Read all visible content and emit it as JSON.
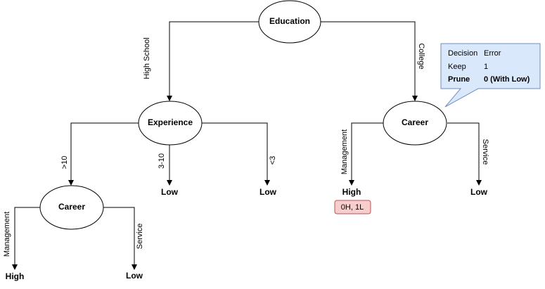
{
  "nodes": {
    "education": "Education",
    "experience": "Experience",
    "career_right": "Career",
    "career_left": "Career"
  },
  "edges": {
    "high_school": "High School",
    "college": "College",
    "gt10": ">10",
    "range_3_10": "3-10",
    "lt3": "<3",
    "management_left": "Management",
    "service_left": "Service",
    "management_right": "Management",
    "service_right": "Service"
  },
  "leaves": {
    "high_left": "High",
    "low_left": "Low",
    "low_3_10": "Low",
    "low_lt3": "Low",
    "high_right": "High",
    "low_right": "Low"
  },
  "count_badge": "0H, 1L",
  "tooltip": {
    "header_col1": "Decision",
    "header_col2": "Error",
    "row1_col1": "Keep",
    "row1_col2": "1",
    "row2_col1": "Prune",
    "row2_col2": "0 (With Low)"
  },
  "colors": {
    "tooltip_fill": "#dae8fc",
    "tooltip_stroke": "#6c8ebf",
    "badge_fill": "#f8cecc",
    "badge_stroke": "#b85450"
  }
}
